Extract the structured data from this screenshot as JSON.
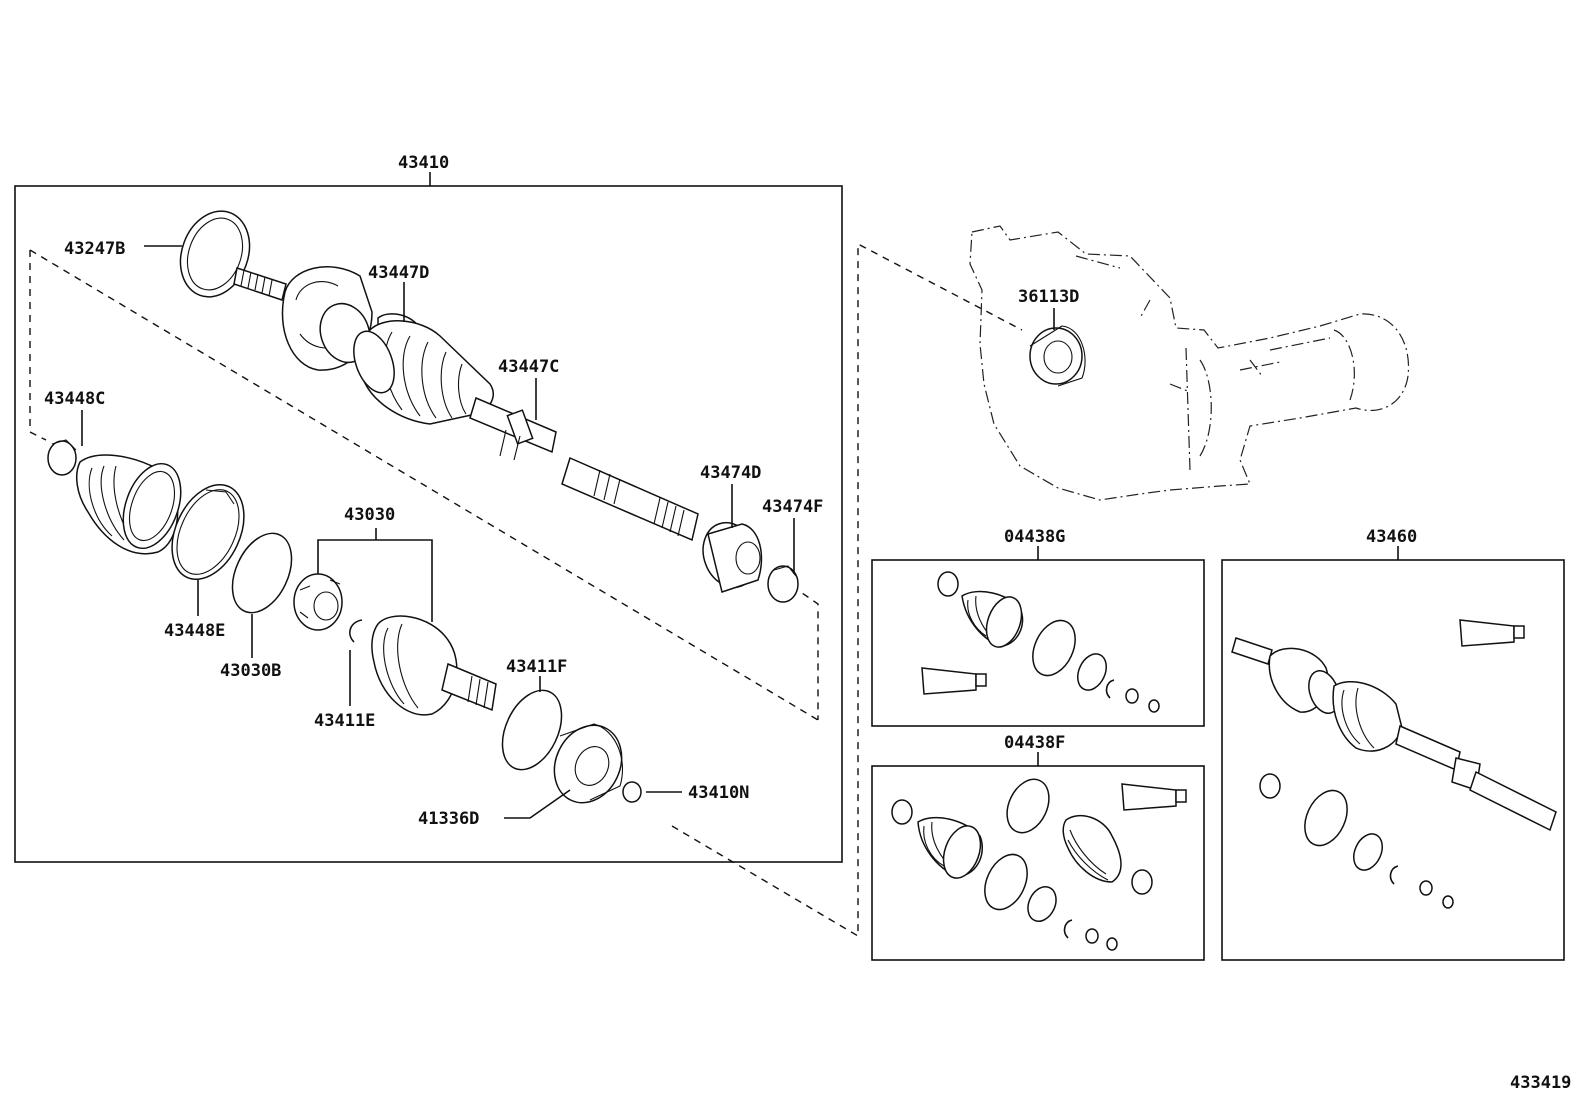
{
  "diagram_id": "433419",
  "labels": {
    "p43410": "43410",
    "p43247B": "43247B",
    "p43447D": "43447D",
    "p43447C": "43447C",
    "p43448C": "43448C",
    "p43474D": "43474D",
    "p43474F": "43474F",
    "p43030": "43030",
    "p43448E": "43448E",
    "p43030B": "43030B",
    "p43411E": "43411E",
    "p43411F": "43411F",
    "p41336D": "41336D",
    "p43410N": "43410N",
    "p36113D": "36113D",
    "p04438G": "04438G",
    "p04438F": "04438F",
    "p43460": "43460"
  }
}
